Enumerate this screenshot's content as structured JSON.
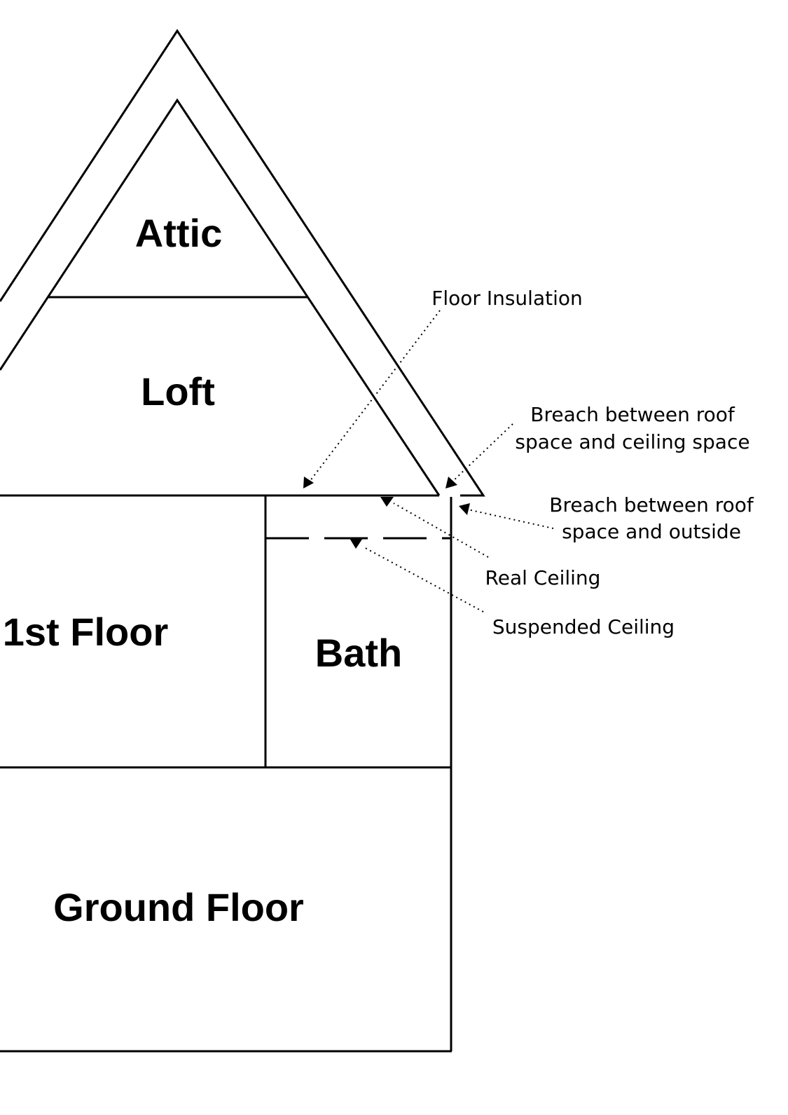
{
  "rooms": {
    "attic": "Attic",
    "loft": "Loft",
    "first_floor": "1st Floor",
    "bath": "Bath",
    "ground_floor": "Ground Floor"
  },
  "callouts": {
    "floor_insulation": "Floor Insulation",
    "breach_ceiling_line1": "Breach between roof",
    "breach_ceiling_line2": "space and ceiling space",
    "breach_outside_line1": "Breach between roof",
    "breach_outside_line2": "space and outside",
    "real_ceiling": "Real Ceiling",
    "suspended_ceiling": "Suspended Ceiling"
  }
}
